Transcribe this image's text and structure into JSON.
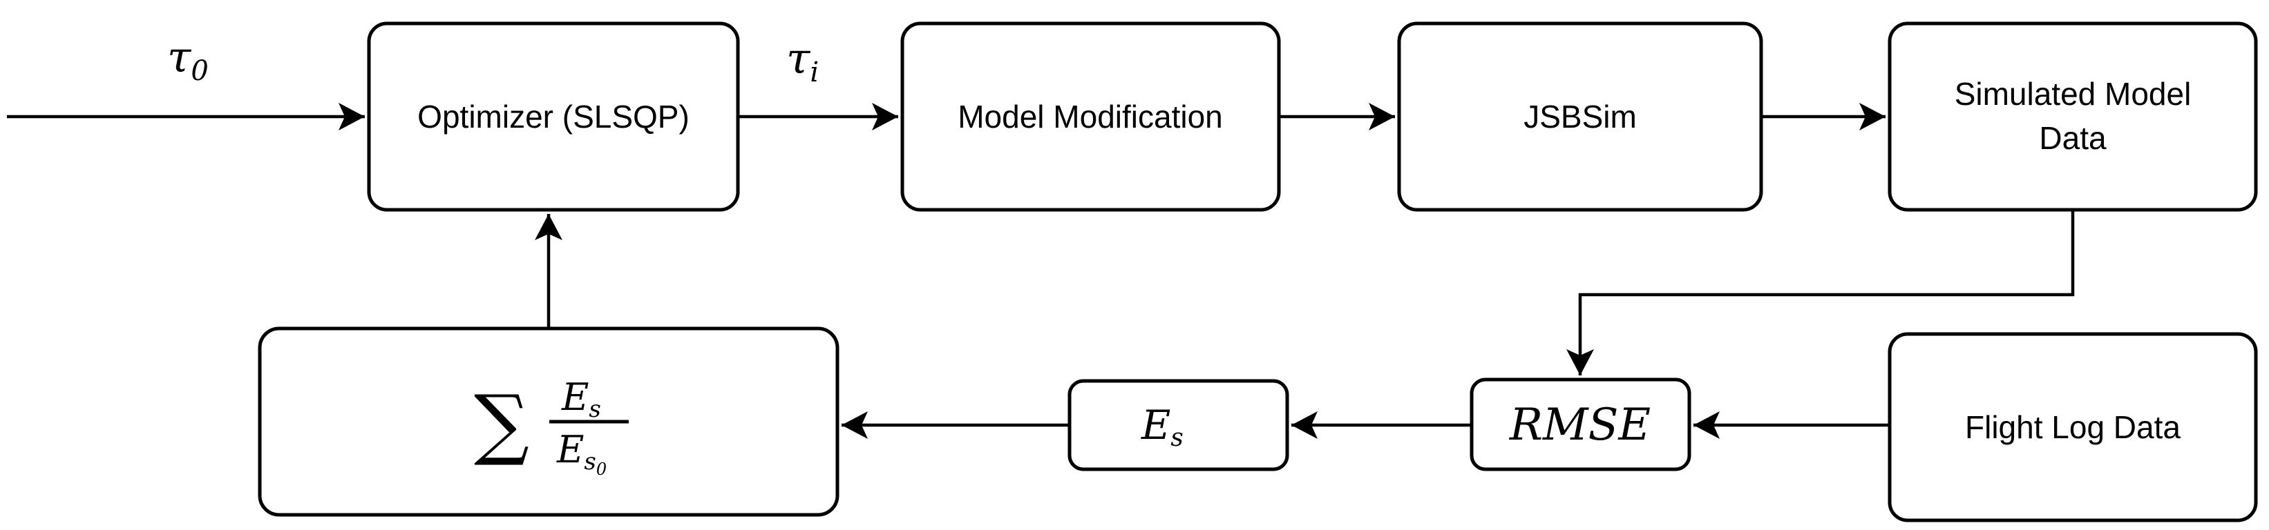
{
  "diagram": {
    "background": "#ffffff",
    "line_color": "#000000",
    "box_fill": "#ffffff",
    "nodes": {
      "optimizer": {
        "label": "Optimizer (SLSQP)"
      },
      "model_modification": {
        "label": "Model Modification"
      },
      "jsbsim": {
        "label": "JSBSim"
      },
      "simulated_model_data": {
        "label_line1": "Simulated Model",
        "label_line2": "Data"
      },
      "flight_log_data": {
        "label": "Flight Log Data"
      },
      "rmse": {
        "label": "RMSE"
      },
      "es": {
        "base": "E",
        "sub": "s"
      },
      "sum_normalized_error": {
        "sigma": "∑",
        "numerator_base": "E",
        "numerator_sub": "s",
        "denominator_base": "E",
        "denominator_sub": "s",
        "denominator_subsub": "0"
      }
    },
    "edge_labels": {
      "tau_initial": {
        "base": "τ",
        "sub": "0"
      },
      "tau_iteration": {
        "base": "τ",
        "sub": "i"
      }
    }
  }
}
